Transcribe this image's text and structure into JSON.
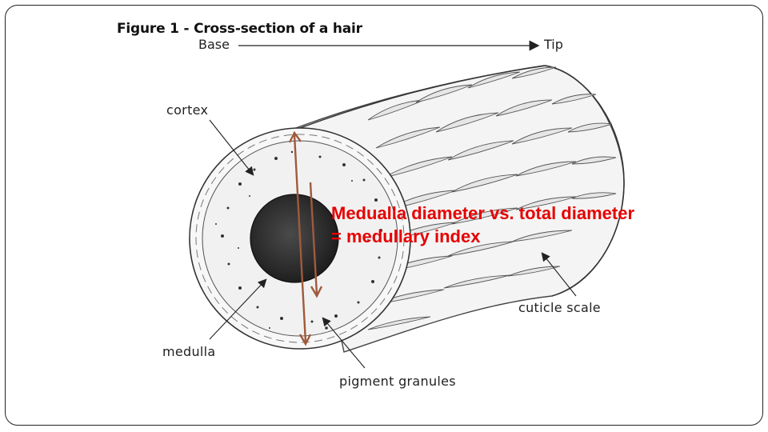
{
  "figure": {
    "title": "Figure 1 - Cross-section of a hair",
    "direction_start": "Base",
    "direction_end": "Tip"
  },
  "labels": {
    "cortex": "cortex",
    "cuticle_scale": "cuticle scale",
    "medulla": "medulla",
    "pigment_granules": "pigment granules"
  },
  "annotation": {
    "text": "Medualla diameter vs. total diameter = medullary index",
    "arrow_color": "#a05a3c",
    "text_color": "#e60000"
  }
}
